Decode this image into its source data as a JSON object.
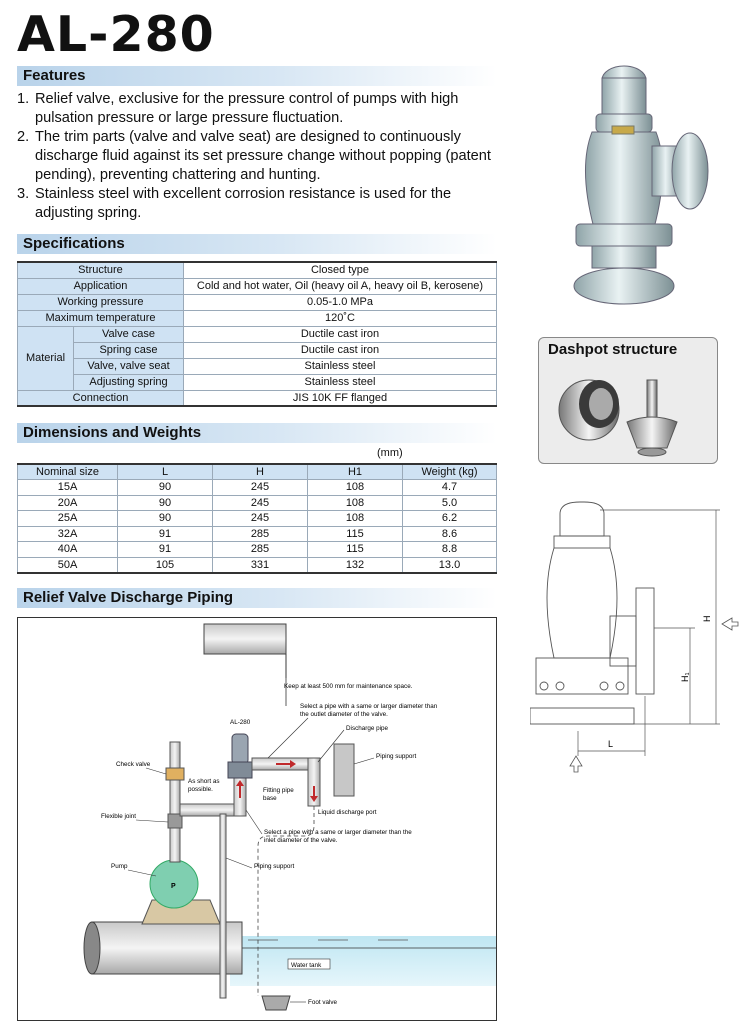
{
  "title": "AL-280",
  "features": {
    "heading": "Features",
    "items": [
      {
        "num": "1.",
        "text": "Relief valve, exclusive for the pressure control of pumps with high pulsation pressure or large pressure fluctuation."
      },
      {
        "num": "2.",
        "text": "The trim parts (valve and valve seat) are designed to continuously discharge fluid against its set pressure change without popping (patent pending), preventing chattering and hunting."
      },
      {
        "num": "3.",
        "text": "Stainless steel with excellent corrosion resistance is used for the adjusting spring."
      }
    ]
  },
  "specifications": {
    "heading": "Specifications",
    "rows": [
      {
        "label": "Structure",
        "value": "Closed type"
      },
      {
        "label": "Application",
        "value": "Cold and hot water, Oil (heavy oil A, heavy oil B, kerosene)"
      },
      {
        "label": "Working pressure",
        "value": "0.05-1.0 MPa"
      },
      {
        "label": "Maximum temperature",
        "value": "120˚C"
      }
    ],
    "material_label": "Material",
    "material_rows": [
      {
        "label": "Valve case",
        "value": "Ductile cast iron"
      },
      {
        "label": "Spring case",
        "value": "Ductile cast iron"
      },
      {
        "label": "Valve, valve seat",
        "value": "Stainless steel"
      },
      {
        "label": "Adjusting spring",
        "value": "Stainless steel"
      }
    ],
    "connection": {
      "label": "Connection",
      "value": "JIS 10K FF flanged"
    }
  },
  "dimensions": {
    "heading": "Dimensions and Weights",
    "unit": "(mm)",
    "columns": [
      "Nominal size",
      "L",
      "H",
      "H1",
      "Weight (kg)"
    ],
    "rows": [
      [
        "15A",
        "90",
        "245",
        "108",
        "4.7"
      ],
      [
        "20A",
        "90",
        "245",
        "108",
        "5.0"
      ],
      [
        "25A",
        "90",
        "245",
        "108",
        "6.2"
      ],
      [
        "32A",
        "91",
        "285",
        "115",
        "8.6"
      ],
      [
        "40A",
        "91",
        "285",
        "115",
        "8.8"
      ],
      [
        "50A",
        "105",
        "331",
        "132",
        "13.0"
      ]
    ]
  },
  "piping": {
    "heading": "Relief Valve Discharge Piping",
    "labels": {
      "keep": "Keep at least 500 mm for maintenance space.",
      "valve": "AL-280",
      "select_outlet_1": "Select a pipe with a same or larger diameter than",
      "select_outlet_2": "the outlet diameter of the valve.",
      "discharge_pipe": "Discharge pipe",
      "piping_support_top": "Piping support",
      "check_valve": "Check valve",
      "short_1": "As short as",
      "short_2": "possible.",
      "fitting_1": "Fitting pipe",
      "fitting_2": "base",
      "liquid_port": "Liquid discharge port",
      "flexible_joint": "Flexible joint",
      "select_inlet_1": "Select a pipe with a same or larger diameter than the",
      "select_inlet_2": "inlet diameter of the valve.",
      "pump": "Pump",
      "pump_p": "P",
      "piping_support_bottom": "Piping support",
      "water_tank": "Water tank",
      "foot_valve": "Foot valve"
    }
  },
  "dashpot": {
    "title": "Dashpot structure"
  },
  "drawing": {
    "dim_H": "H",
    "dim_H1": "H₁",
    "dim_L": "L"
  }
}
